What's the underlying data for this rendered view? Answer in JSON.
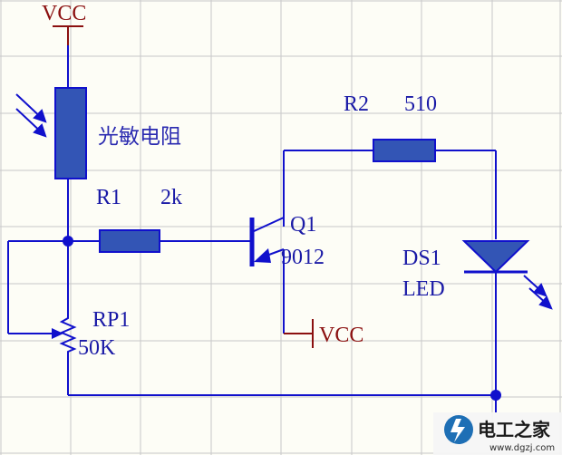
{
  "labels": {
    "vcc_top": "VCC",
    "ldr_name": "光敏电阻",
    "r1_name": "R1",
    "r1_value": "2k",
    "r2_name": "R2",
    "r2_value": "510",
    "q1_name": "Q1",
    "q1_value": "9012",
    "ds1_name": "DS1",
    "ds1_value": "LED",
    "rp1_name": "RP1",
    "rp1_value": "50K",
    "vcc_emitter": "VCC"
  },
  "watermark": {
    "title": "电工之家",
    "url": "www.dgzj.com"
  },
  "colors": {
    "wire": "#1010cc",
    "component_fill": "#3355b5",
    "power": "#8b1010",
    "background": "#fdfdf6",
    "grid": "#c8c8c8"
  }
}
